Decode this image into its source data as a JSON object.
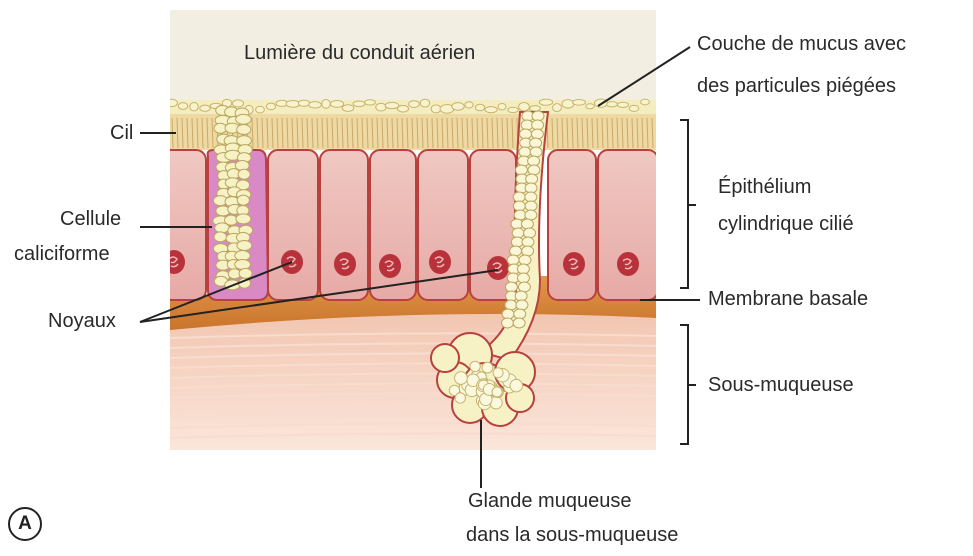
{
  "labels": {
    "airway_lumen": "Lumière du conduit aérien",
    "mucus_layer": [
      "Couche de mucus avec",
      "des particules piégées"
    ],
    "cilium": "Cil",
    "goblet_cell": [
      "Cellule",
      "caliciforme"
    ],
    "nuclei": "Noyaux",
    "ciliated_epithelium": [
      "Épithélium",
      "cylindrique cilié"
    ],
    "basement_membrane": "Membrane basale",
    "submucosa": "Sous-muqueuse",
    "mucous_gland": [
      "Glande muqueuse",
      "dans la sous-muqueuse"
    ],
    "panel_letter": "A"
  },
  "colors": {
    "lumen": "#f2efe2",
    "mucus": "#f4edbf",
    "cilia": "#eed9a3",
    "cell_fill": "#ecb8b4",
    "cell_outline": "#b8413f",
    "goblet_fill": "#d98ac4",
    "nucleus": "#b8323c",
    "basement": "#d98738",
    "submucosa": "#f6d2c0",
    "gland_fill": "#f7f2c6",
    "line": "#222222"
  }
}
